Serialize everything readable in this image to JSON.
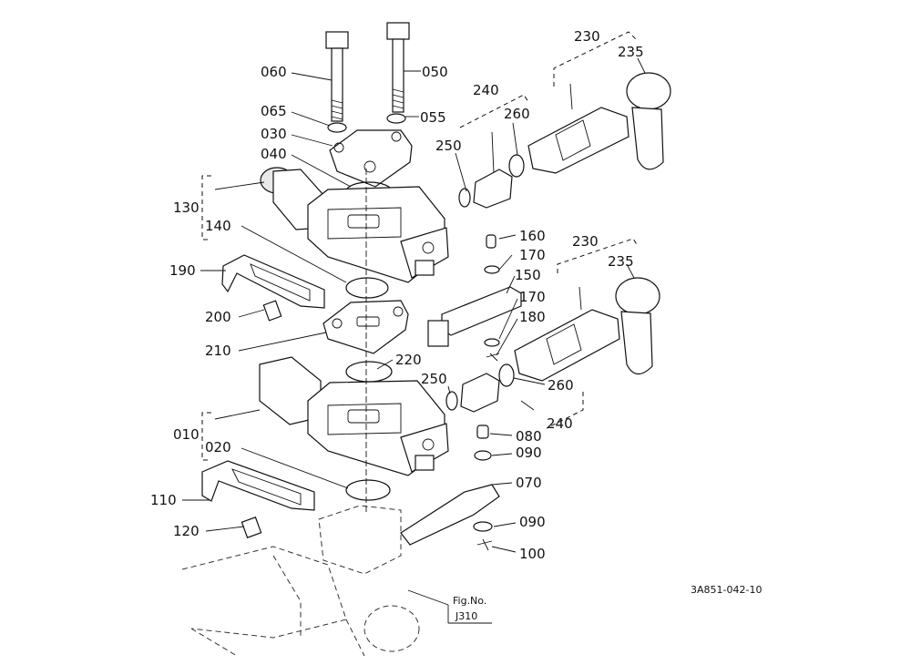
{
  "labels": {
    "p060": "060",
    "p050": "050",
    "p065": "065",
    "p055": "055",
    "p030": "030",
    "p040": "040",
    "p130": "130",
    "p140": "140",
    "p190": "190",
    "p200": "200",
    "p210": "210",
    "p220": "220",
    "p010": "010",
    "p020": "020",
    "p110": "110",
    "p120": "120",
    "p230a": "230",
    "p235a": "235",
    "p240a": "240",
    "p260a": "260",
    "p250a": "250",
    "p160": "160",
    "p170a": "170",
    "p150": "150",
    "p170b": "170",
    "p180": "180",
    "p230b": "230",
    "p235b": "235",
    "p250b": "250",
    "p260b": "260",
    "p240b": "240",
    "p080": "080",
    "p090a": "090",
    "p070": "070",
    "p090b": "090",
    "p100": "100"
  },
  "figure_code": "3A851-042-10",
  "fig_ref": {
    "line1": "Fig.No.",
    "line2": "J310"
  }
}
